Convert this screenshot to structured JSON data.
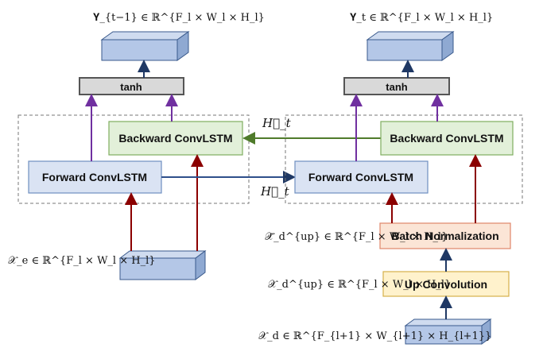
{
  "left": {
    "output_label": "𝐘_{t−1} ∈ ℝ^{F_l × W_l × H_l}",
    "tanh": "tanh",
    "backward": "Backward ConvLSTM",
    "forward": "Forward ConvLSTM",
    "input_label": "𝒳_e ∈ ℝ^{F_l × W_l × H_l}"
  },
  "right": {
    "output_label": "𝐘_t ∈ ℝ^{F_l × W_l × H_l}",
    "tanh": "tanh",
    "backward": "Backward ConvLSTM",
    "forward": "Forward ConvLSTM",
    "batchnorm": "Batch Normalization",
    "batchnorm_label": "𝒳̂_d^{up} ∈ ℝ^{F_l × W_l × H_l}",
    "upconv": "Up Convolution",
    "upconv_label": "𝒳_d^{up} ∈ ℝ^{F_l × W_l × H_l}",
    "input_label": "𝒳_d ∈ ℝ^{F_{l+1} × W_{l+1} × H_{l+1}}"
  },
  "hidden_backward": "H⃖_t",
  "hidden_forward": "H⃗_t",
  "colors": {
    "block_fill": "#b4c7e7",
    "block_stroke": "#3a5a8c",
    "conv_fill": "#dae3f3",
    "conv_stroke": "#6f8fc0",
    "back_fill": "#e2f0d9",
    "back_stroke": "#7fae5f",
    "bn_fill": "#fbe5d6",
    "bn_stroke": "#e0866a",
    "up_fill": "#fff2cc",
    "up_stroke": "#d6b04a",
    "tanh_fill": "#d9d9d9",
    "arrow_purple": "#7030a0",
    "arrow_red": "#8b0000",
    "arrow_blue": "#1f3864",
    "arrow_green": "#4f7b2b"
  }
}
